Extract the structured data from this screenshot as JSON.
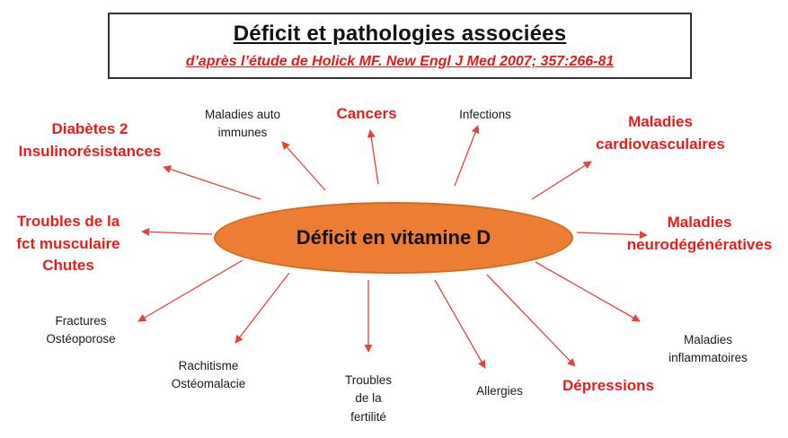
{
  "header": {
    "title": "Déficit et pathologies associées",
    "subtitle": "d’après l’étude de Holick MF. New Engl J Med 2007; 357:266-81"
  },
  "center": {
    "label": "Déficit en vitamine D",
    "fill_color": "#ed7d31"
  },
  "colors": {
    "major": "#e81c1c",
    "minor": "#1a1a1a",
    "arrow": "#e0443a"
  },
  "nodes": {
    "diabetes": {
      "line1": "Diabètes 2",
      "line2": "Insulinorésistances"
    },
    "autoimmune": {
      "line1": "Maladies auto",
      "line2": "immunes"
    },
    "cancers": {
      "line1": "Cancers"
    },
    "infections": {
      "line1": "Infections"
    },
    "cardio": {
      "line1": "Maladies",
      "line2": "cardiovasculaires"
    },
    "muscular": {
      "line1": "Troubles de la",
      "line2": "fct musculaire",
      "line3": "Chutes"
    },
    "neuro": {
      "line1": "Maladies",
      "line2": "neurodégénératives"
    },
    "fractures": {
      "line1": "Fractures",
      "line2": "Ostéoporose"
    },
    "rickets": {
      "line1": "Rachitisme",
      "line2": "Ostéomalacie"
    },
    "fertility": {
      "line1": "Troubles",
      "line2": "de la",
      "line3": "fertilité"
    },
    "allergies": {
      "line1": "Allergies"
    },
    "depressions": {
      "line1": "Dépressions"
    },
    "inflammatory": {
      "line1": "Maladies",
      "line2": "inflammatoires"
    }
  }
}
